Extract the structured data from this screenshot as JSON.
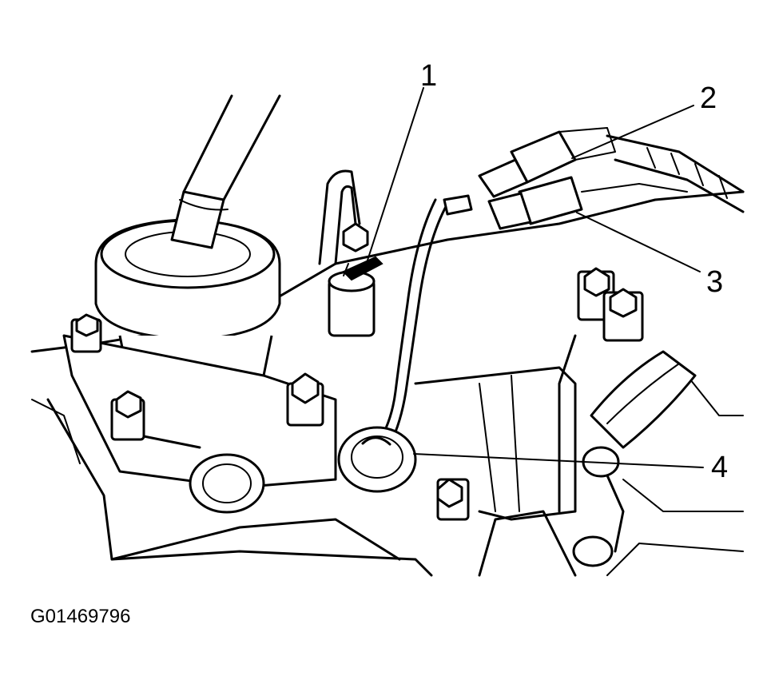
{
  "figure": {
    "id": "G01469796",
    "callouts": [
      {
        "label": "1"
      },
      {
        "label": "2"
      },
      {
        "label": "3"
      },
      {
        "label": "4"
      }
    ]
  }
}
